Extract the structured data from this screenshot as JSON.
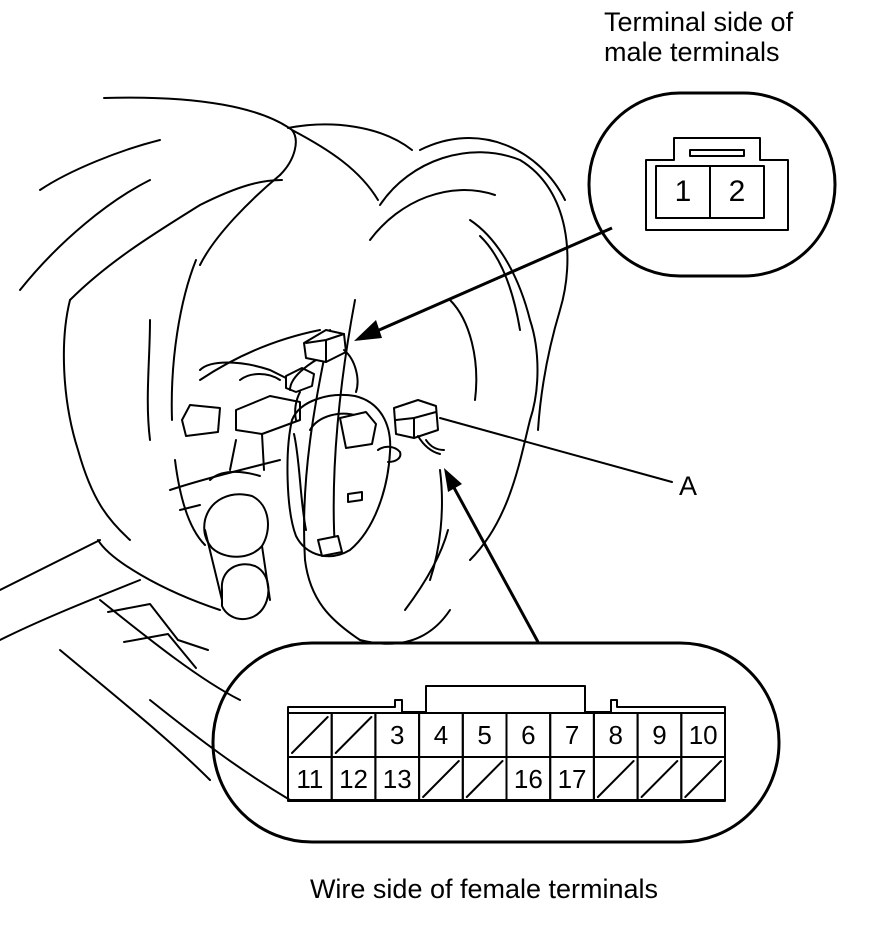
{
  "labels": {
    "male_title_line1": "Terminal side of",
    "male_title_line2": "male terminals",
    "female_title": "Wire side of female terminals",
    "callout_a": "A"
  },
  "male_connector": {
    "pins": [
      "1",
      "2"
    ]
  },
  "female_connector": {
    "top_row": [
      "",
      "",
      "3",
      "4",
      "5",
      "6",
      "7",
      "8",
      "9",
      "10"
    ],
    "bottom_row": [
      "11",
      "12",
      "13",
      "",
      "",
      "16",
      "17",
      "",
      "",
      ""
    ]
  }
}
